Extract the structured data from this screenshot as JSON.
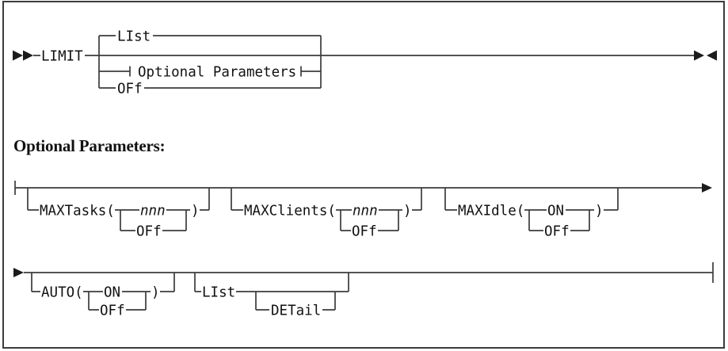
{
  "page": {
    "background": "#ffffff",
    "line_color": "#3c3c3c",
    "text_color": "#111111"
  },
  "icons": {
    "rail_start": "double-right-arrowhead",
    "rail_end": "right-and-left-arrowheads",
    "rail_continue": "right-arrowhead",
    "fragment_boundary": "vertical-tick"
  },
  "top_rail": {
    "keyword": "LIMIT",
    "list_default": "LIst",
    "fragment_reference": "Optional Parameters",
    "off_option": "OFf"
  },
  "section": {
    "heading": "Optional Parameters:"
  },
  "params_rail_1": {
    "maxtasks": {
      "keyword": "MAXTasks(",
      "value": "nnn",
      "off": "OFf",
      "close": ")"
    },
    "maxclients": {
      "keyword": "MAXClients(",
      "value": "nnn",
      "off": "OFf",
      "close": ")"
    },
    "maxidle": {
      "keyword": "MAXIdle(",
      "on": "ON",
      "off": "OFf",
      "close": ")"
    }
  },
  "params_rail_2": {
    "auto": {
      "keyword": "AUTO(",
      "on": "ON",
      "off": "OFf",
      "close": ")"
    },
    "list": {
      "keyword": "LIst",
      "detail": "DETail"
    }
  }
}
